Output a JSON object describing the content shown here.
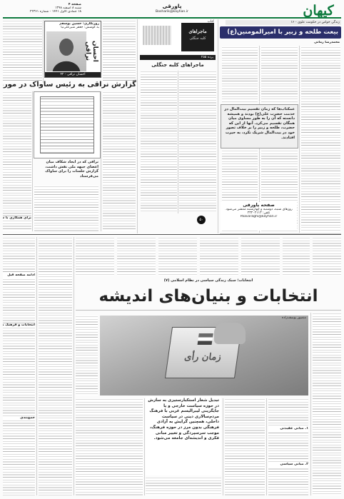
{
  "masthead": {
    "logo_text": "کیهان",
    "section_title": "پاورقی",
    "site": "Bosharik@kayhan.ir",
    "left_lines": [
      "صفحه ۴",
      "شنبه ۸ اسفند ۱۳۹۸",
      "۱۸ جمادی الاول ۱۴۴۱ - شماره ۲۲۳۶۱"
    ]
  },
  "serial_right": {
    "kicker": "زندگی خواص در حکومت علوی - ۱۶",
    "title": "بیعت طلحه و زبیر با امیرالمومنین(ع)",
    "byline": "محمدرضا زمانی"
  },
  "pull_quote_right": "عمکتاب‌ها که زمان تقسیم بیت‌المال در خدمت حضرت علی(ع) بودند و همیشه دانسته که آن را به طور مساوی میان همگان تقسیم می‌کرد. آنها از این که حضرت، طلحه و زبیر را بر خلاف تصور خود در بیت‌المال شریک نکرد، به حیرت افتادند.",
  "book_mid": {
    "header_label": "کتاب",
    "cover_title": "ماجراهای",
    "cover_sub": "کلبه جنگلی",
    "episode": "پرده ۲۵۵",
    "title": "ماجراهای کلبه جنگلی",
    "number_badge": "۵۰"
  },
  "page_info": {
    "title": "صفحه پاورقی",
    "line1": "روزهای شنبه، دوشنبه و چهارشنبه منتشر می‌شود.",
    "line2": "تلفن: ۲۳۲۰۲۱۱۳",
    "email": "Paavaraghi@kayhan.ir"
  },
  "savak_article": {
    "title": "گزارش نراقی به رئیس ساواک در مورد جلسات جبهه ملی",
    "vertical_title": "احسان نراقی",
    "photo_caption": "احسان نراقی - ۴۲",
    "byline_name": "روزنگاری: حسین یوسفی‌نژاد",
    "byline_sub": "به کوشش: جعفر شیرعلی‌نیا",
    "document_caption": "نراقی که در ایجاد شکاف میان اعضای جبهه ملی نقش داشت، گزارش جلسات را برای ساواک می‌فرستاد",
    "section_head": "برای همکاری با ساواک"
  },
  "election_article": {
    "kicker": "انتخابات؛ سبک زندگی سیاسی در نظام اسلامی (۷)",
    "title": "انتخابات و بنیان‌های اندیشه",
    "byline": "منصور یوسف‌زاده",
    "photo_caption": "تبدیل شعار استکبارستیزی به سازش در حوزه سیاست خارجی و یا جایگزینی لیبرالیسم غربی با فرهنگ مردم‌سالاری دینی در سیاست داخلی، همچنین گرایش به آزادی فرهنگی بدون مرز در حوزه فرهنگ، موجب سرسپردگی و تغییر مبانی فکری و اندیشه‌ای جامعه می‌شود.",
    "ballot_text": "زمان رأی",
    "section_head": "۲. مبانی سیاسی",
    "section_head_2": "۱. مبانی عقیدتی"
  },
  "left_column": {
    "heads": [
      "ادامه صفحه قبل",
      "انتخابات و فرهنگ مشارکت",
      "جمع‌بندی"
    ]
  }
}
